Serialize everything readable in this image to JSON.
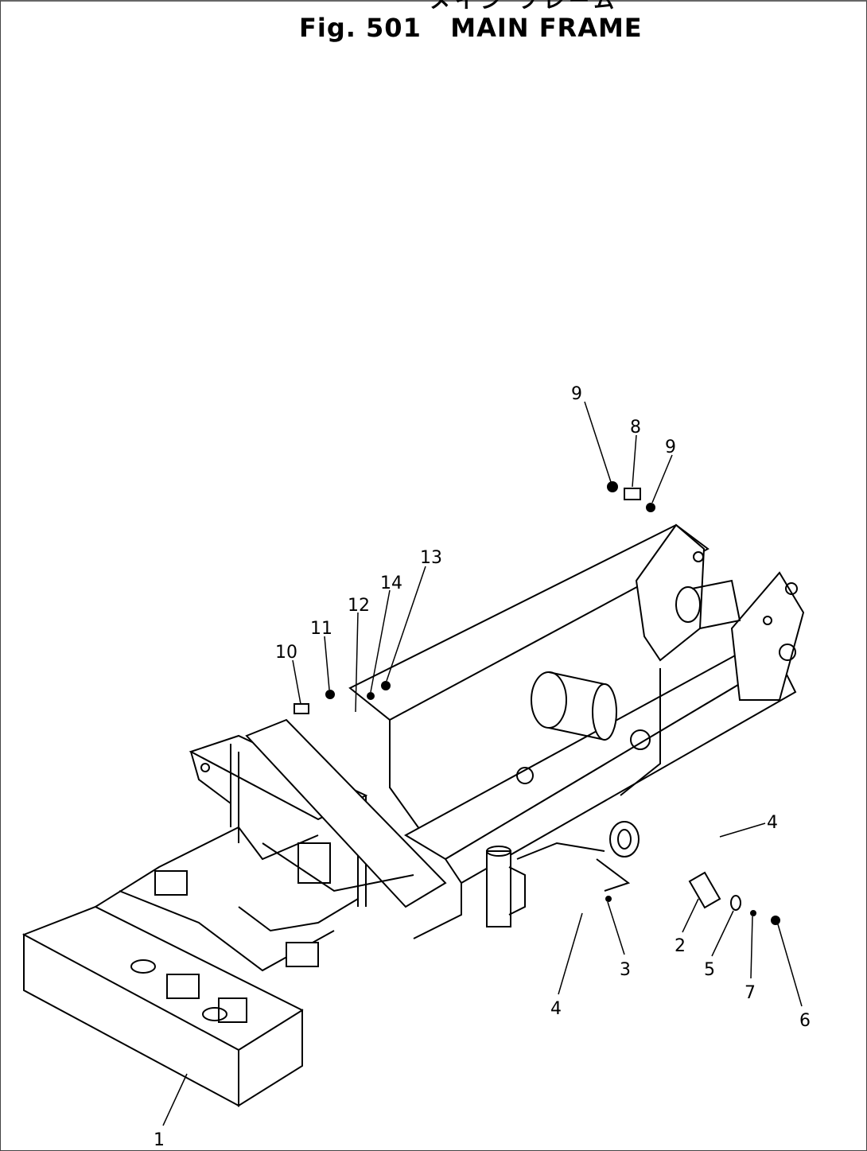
{
  "figure": {
    "title_jp": "メイン フレーム",
    "title": "Fig. 501   MAIN FRAME"
  },
  "callouts": [
    {
      "label": "9"
    },
    {
      "label": "8"
    },
    {
      "label": "9"
    },
    {
      "label": "13"
    },
    {
      "label": "14"
    },
    {
      "label": "12"
    },
    {
      "label": "11"
    },
    {
      "label": "10"
    },
    {
      "label": "4"
    },
    {
      "label": "4"
    },
    {
      "label": "3"
    },
    {
      "label": "2"
    },
    {
      "label": "5"
    },
    {
      "label": "7"
    },
    {
      "label": "6"
    },
    {
      "label": "1"
    }
  ]
}
